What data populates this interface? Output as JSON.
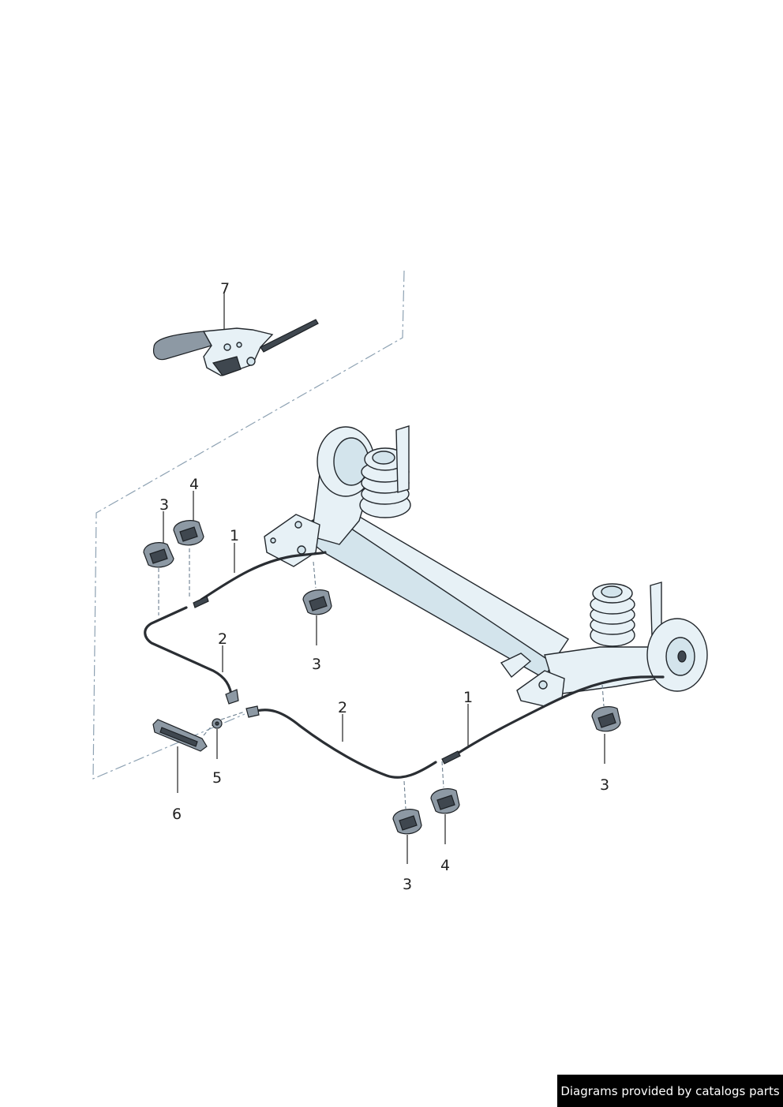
{
  "callouts": {
    "c7": "7",
    "c4_top": "4",
    "c3_top": "3",
    "c1_left": "1",
    "c2_left": "2",
    "c3_mid": "3",
    "c2_mid": "2",
    "c1_right": "1",
    "c3_right": "3",
    "c5": "5",
    "c6": "6",
    "c3_bottom": "3",
    "c4_bottom": "4"
  },
  "footer": {
    "credit": "Diagrams provided by catalogs parts"
  },
  "colors": {
    "part_fill": "#e7f1f6",
    "outline": "#23282d",
    "frame_dash": "#8ea2b3",
    "footer_bg": "#000000",
    "footer_text": "#ffffff"
  }
}
